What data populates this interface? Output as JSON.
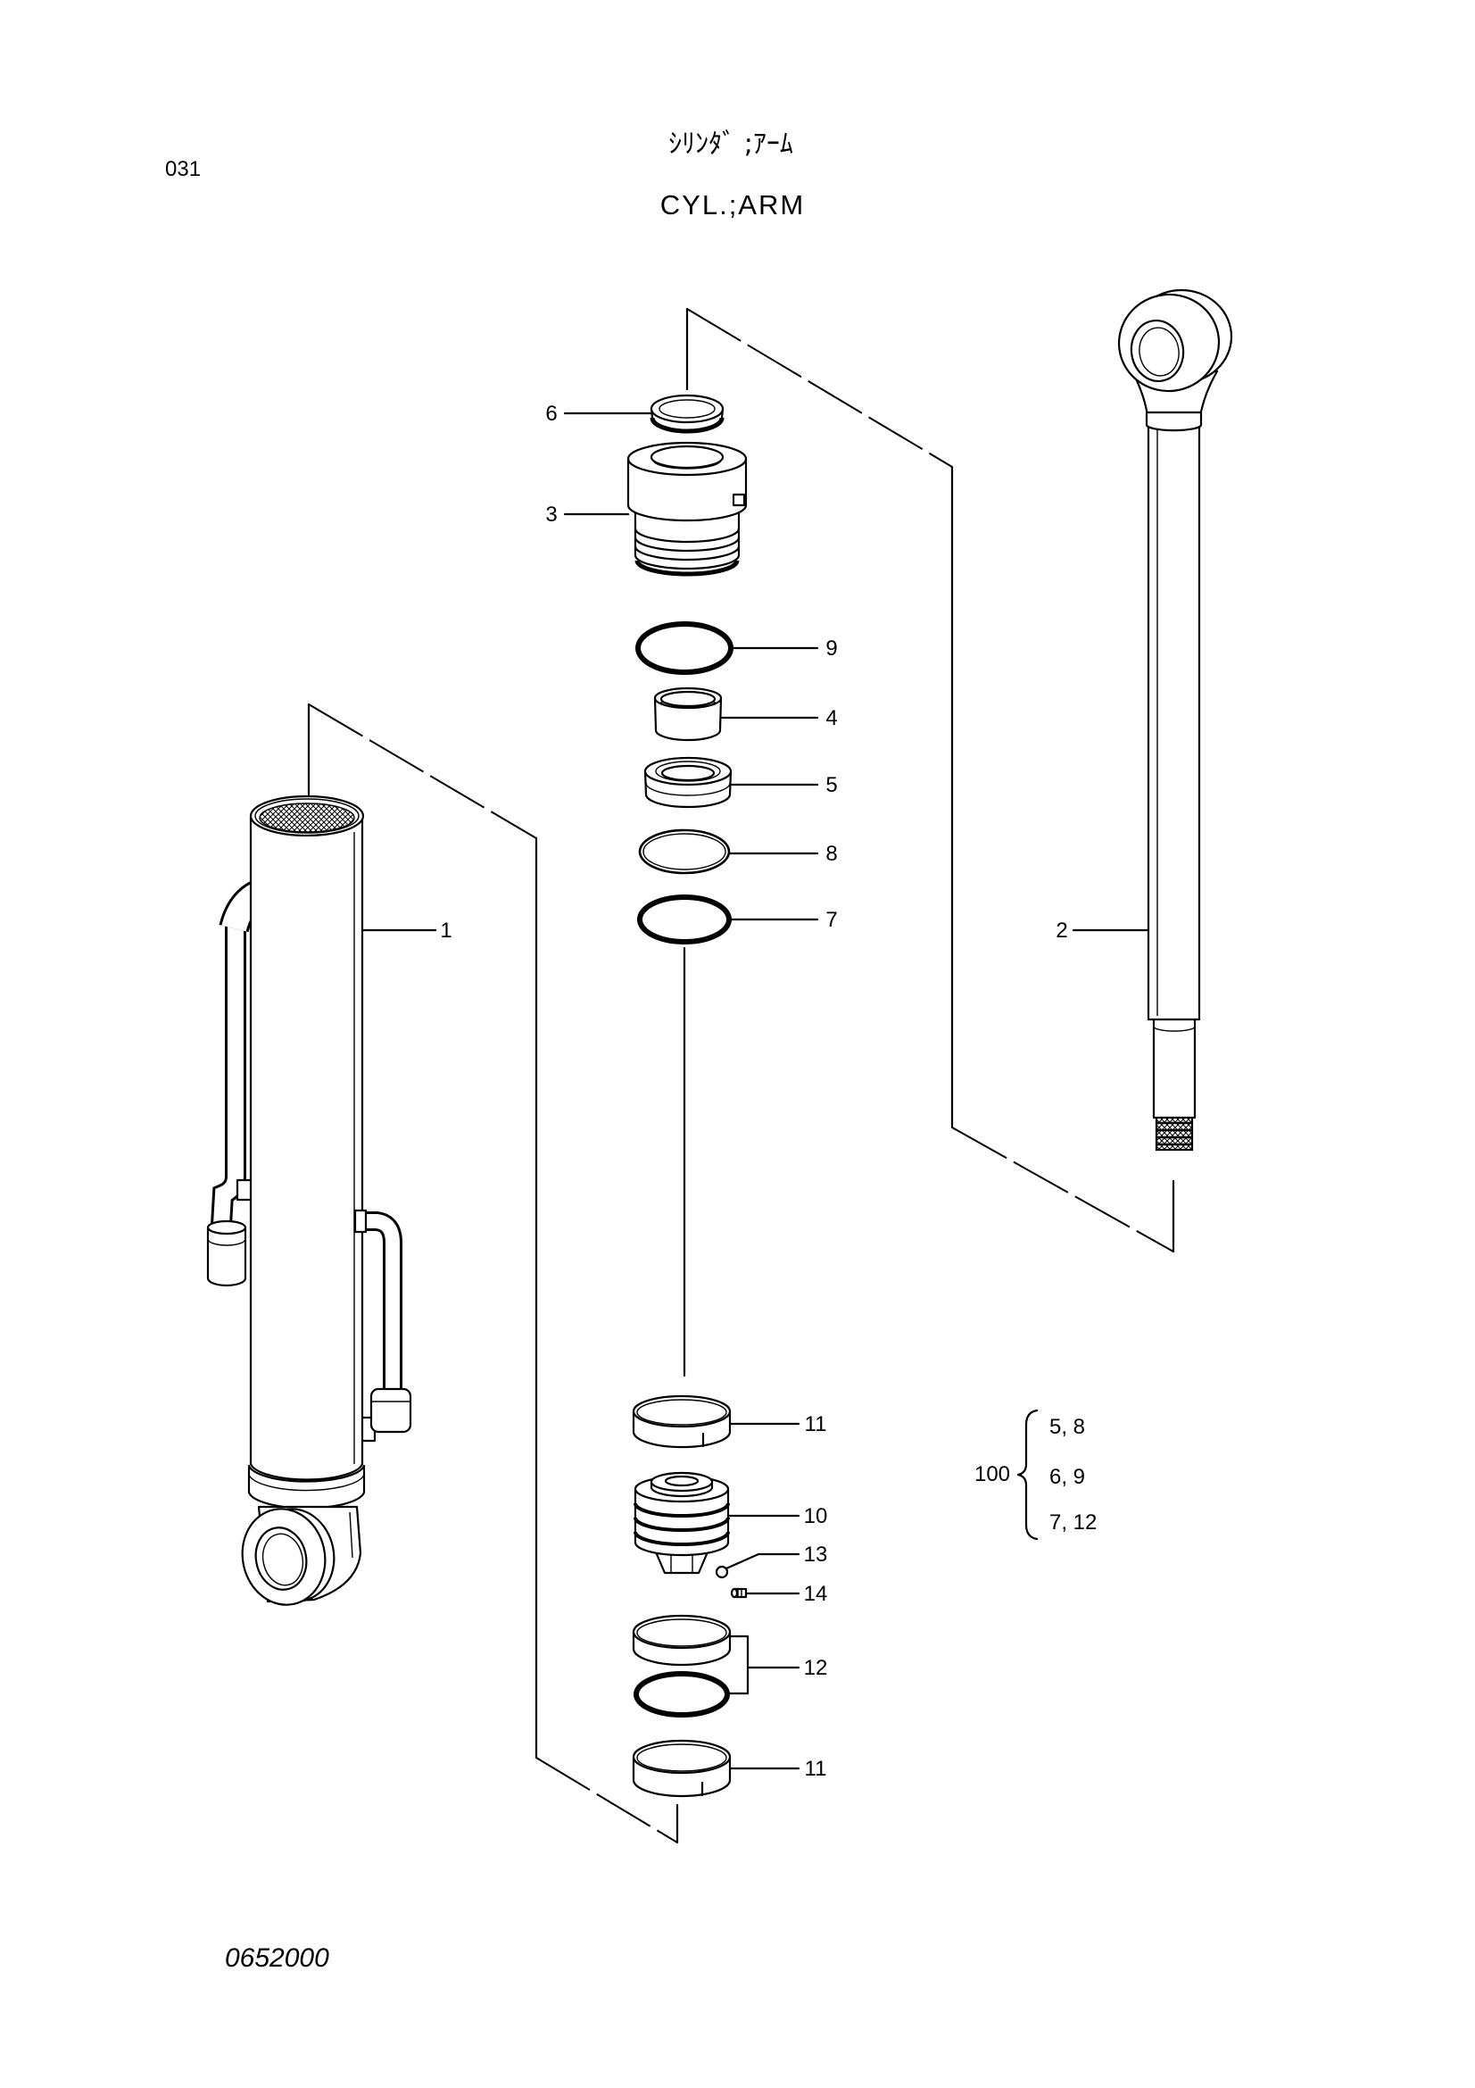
{
  "header": {
    "page_code": "031",
    "title_jp": "ｼﾘﾝﾀﾞ ;ｱｰﾑ",
    "title_en": "CYL.;ARM"
  },
  "callouts": {
    "part_1": "1",
    "part_2": "2",
    "part_3": "3",
    "part_4": "4",
    "part_5": "5",
    "part_6": "6",
    "part_7": "7",
    "part_8": "8",
    "part_9": "9",
    "part_10": "10",
    "part_11_upper": "11",
    "part_11_lower": "11",
    "part_12": "12",
    "part_13": "13",
    "part_14": "14"
  },
  "kit": {
    "number": "100",
    "groups": [
      "5, 8",
      "6, 9",
      "7, 12"
    ]
  },
  "footer": {
    "drawing_code": "0652000"
  }
}
